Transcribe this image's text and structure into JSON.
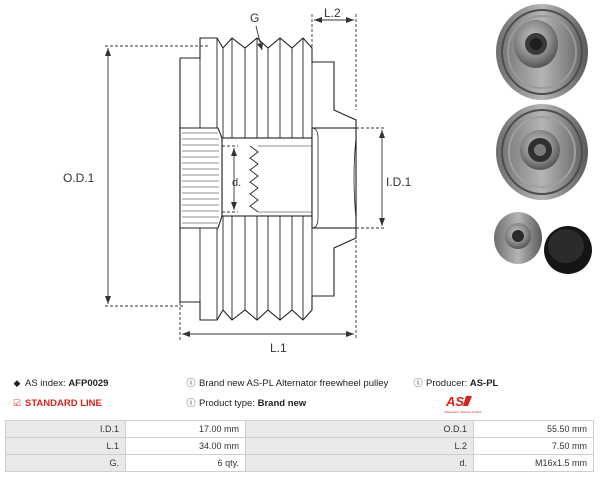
{
  "drawing": {
    "label_g": "G",
    "label_l2": "L.2",
    "label_od1": "O.D.1",
    "label_id1": "I.D.1",
    "label_d": "d.",
    "label_l1": "L.1"
  },
  "info": {
    "as_index_label": "AS index:",
    "as_index_value": "AFP0029",
    "description": "Brand new AS-PL Alternator freewheel pulley",
    "producer_label": "Producer:",
    "producer_value": "AS-PL",
    "line": "STANDARD LINE",
    "product_type_label": "Product type:",
    "product_type_value": "Brand new"
  },
  "logo": {
    "text": "AS",
    "tagline": "Alternators, Starters & Parts"
  },
  "specs": [
    {
      "l1": "I.D.1",
      "v1": "17.00 mm",
      "l2": "O.D.1",
      "v2": "55.50 mm"
    },
    {
      "l1": "L.1",
      "v1": "34.00 mm",
      "l2": "L.2",
      "v2": "7.50 mm"
    },
    {
      "l1": "G.",
      "v1": "6 qty.",
      "l2": "d.",
      "v2": "M16x1.5 mm"
    }
  ],
  "colors": {
    "accent": "#d6231e",
    "dim": "#333333",
    "table_label_bg": "#e9e9e9"
  },
  "icons": [
    "tag-icon",
    "info-icon",
    "check-square-icon"
  ]
}
